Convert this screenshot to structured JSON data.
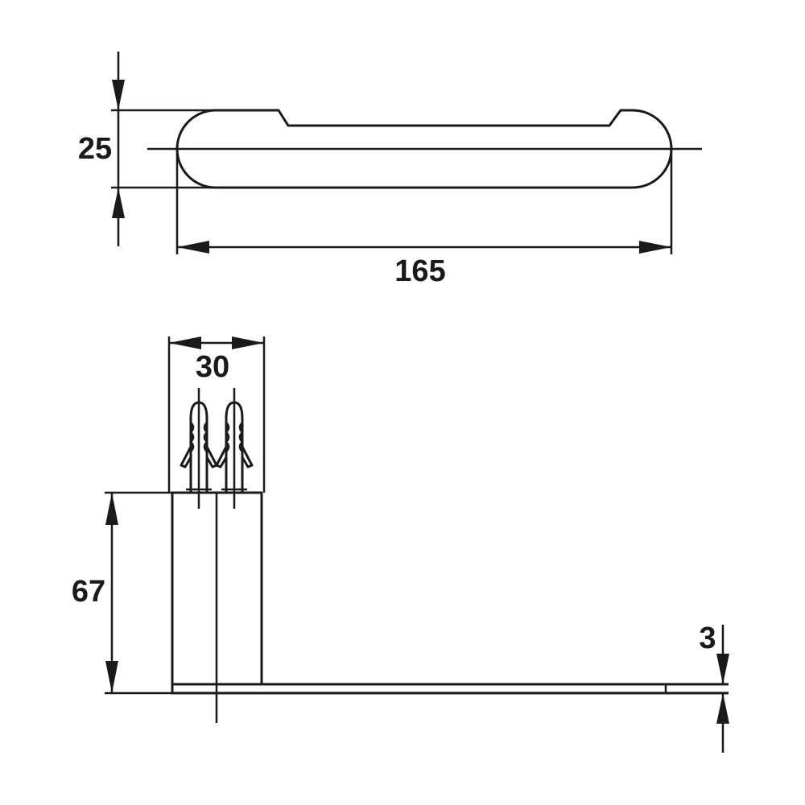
{
  "drawing": {
    "top_view": {
      "height_label": "25",
      "length_label": "165"
    },
    "side_view": {
      "depth_label": "30",
      "height_label": "67",
      "thickness_label": "3"
    },
    "colors": {
      "line": "#1a1a1a",
      "background": "#ffffff"
    }
  }
}
